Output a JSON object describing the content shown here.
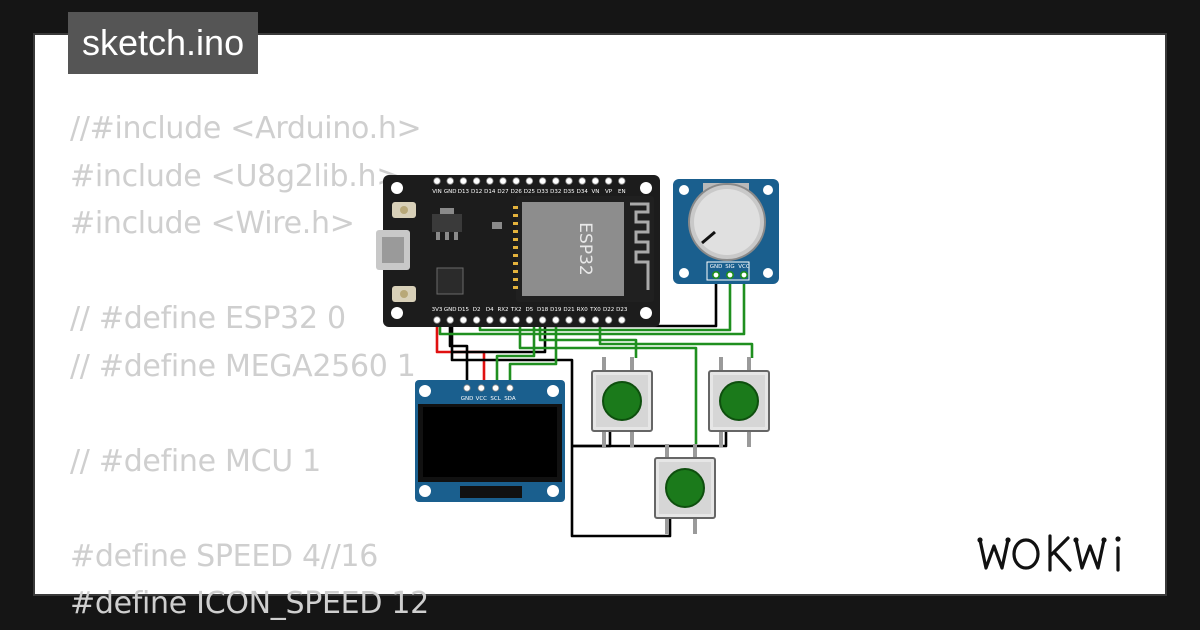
{
  "title": "sketch.ino",
  "code_lines": [
    "//#include <Arduino.h>",
    "#include <U8g2lib.h>",
    "#include <Wire.h>",
    "",
    "// #define ESP32 0",
    "// #define MEGA2560 1",
    "",
    "// #define MCU 1",
    "",
    "#define SPEED 4//16",
    "#define ICON_SPEED 12"
  ],
  "board": {
    "chip_label": "ESP32",
    "top_pins": [
      "VIN",
      "GND",
      "D13",
      "D12",
      "D14",
      "D27",
      "D26",
      "D25",
      "D33",
      "D32",
      "D35",
      "D34",
      "VN",
      "VP",
      "EN"
    ],
    "bottom_pins": [
      "3V3",
      "GND",
      "D15",
      "D2",
      "D4",
      "RX2",
      "TX2",
      "D5",
      "D18",
      "D19",
      "D21",
      "RX0",
      "TX0",
      "D22",
      "D23"
    ]
  },
  "potentiometer": {
    "pins": [
      "GND",
      "SIG",
      "VCC"
    ]
  },
  "oled": {
    "pins": [
      "GND",
      "VCC",
      "SCL",
      "SDA"
    ]
  },
  "brand": "WOKWI",
  "colors": {
    "background": "#151515",
    "card": "#ffffff",
    "title_bg": "#555555",
    "board": "#1c1c1c",
    "module_blue": "#1a5f8e",
    "button_green": "#1b7a1b",
    "wire_green": "#1f8f1f",
    "wire_red": "#e01010",
    "wire_black": "#000000"
  }
}
